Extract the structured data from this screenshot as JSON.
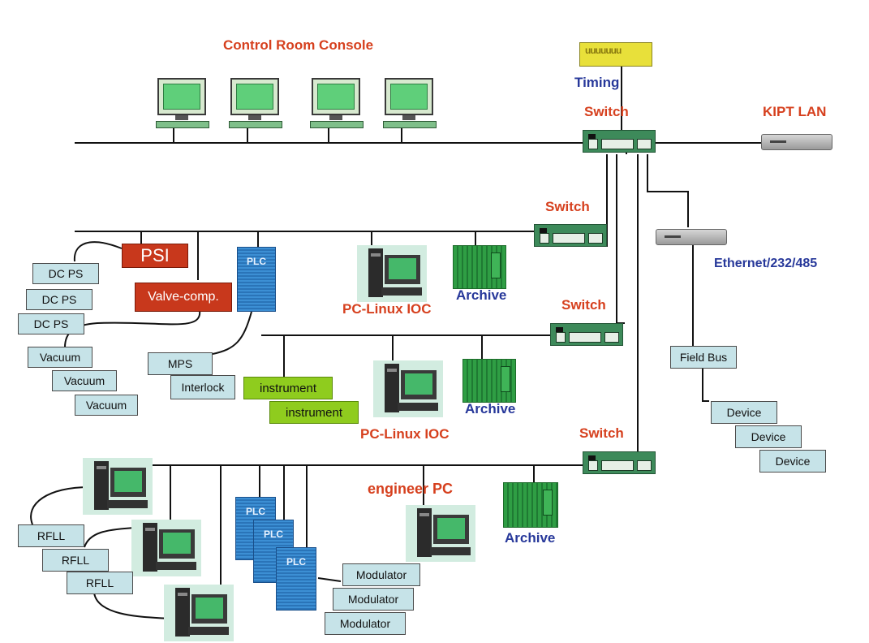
{
  "labels": {
    "control_room_console": "Control Room Console",
    "timing": "Timing",
    "switch": "Switch",
    "kipt_lan": "KIPT LAN",
    "ethernet_232_485": "Ethernet/232/485",
    "pc_linux_ioc": "PC-Linux IOC",
    "archive": "Archive",
    "engineer_pc": "engineer PC",
    "psi": "PSI",
    "valve_comp": "Valve-comp.",
    "plc": "PLC",
    "dc_ps": "DC PS",
    "vacuum": "Vacuum",
    "mps": "MPS",
    "interlock": "Interlock",
    "instrument": "instrument",
    "field_bus": "Field Bus",
    "device": "Device",
    "rfll": "RFLL",
    "modulator": "Modulator",
    "timing_device_marks": "uuuuuuu"
  },
  "colors": {
    "label_red": "#d6401e",
    "label_blue": "#27389a",
    "device_box": "#c6e3e8",
    "psi_box": "#c8381c",
    "instrument_box": "#8fcc1e",
    "switch": "#3d8a5a",
    "plc": "#3c8fd4"
  },
  "icons": [
    "monitor-icon",
    "switch-icon",
    "modem-icon",
    "plc-icon",
    "workstation-icon",
    "archive-icon",
    "timing-icon"
  ]
}
